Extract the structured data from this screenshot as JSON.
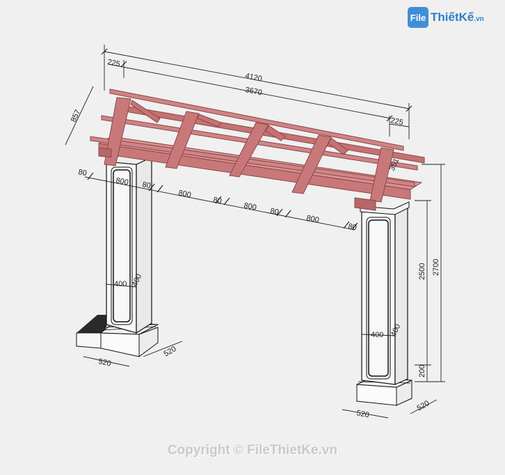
{
  "watermark": {
    "logo_mark": "File",
    "logo_name": "ThiếtKế",
    "logo_domain": ".vn",
    "copyright": "Copyright © FileThietKe.vn"
  },
  "dimensions": {
    "overall_width": "4120",
    "inner_width": "3670",
    "overhang_left": "225",
    "overhang_right": "225",
    "roof_depth": "857",
    "beam_height": "351",
    "rafter_width": "80",
    "rafter_spacing": "800",
    "column_section_a": "400",
    "column_section_b": "400",
    "base_width": "520",
    "base_depth": "520",
    "column_height": "2500",
    "total_height": "2700",
    "plinth_height": "200"
  },
  "colors": {
    "timber": "#c9787a",
    "timber_dark": "#8c4646",
    "column": "#f4f4f4",
    "line": "#111111",
    "shadow": "#2a2a2a"
  }
}
